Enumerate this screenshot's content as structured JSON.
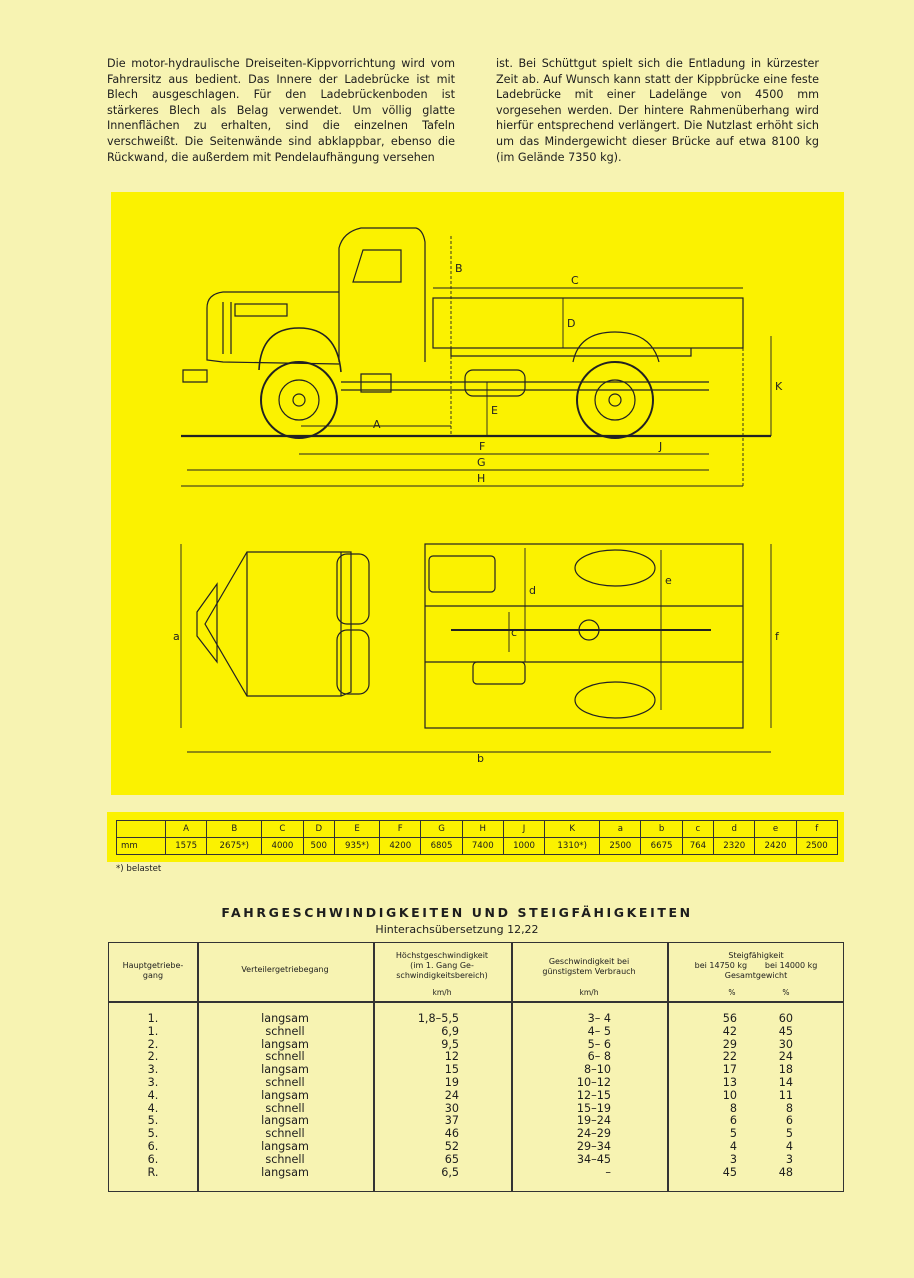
{
  "intro": {
    "left": "Die motor-hydraulische Dreiseiten-Kippvorrichtung wird vom Fahrersitz aus bedient. Das Innere der Ladebrücke ist mit Blech ausgeschlagen. Für den Ladebrückenboden ist stärkeres Blech als Belag verwendet. Um völlig glatte Innenflächen zu erhalten, sind die einzelnen Tafeln verschweißt. Die Seitenwände sind abklappbar, ebenso die Rückwand, die außerdem mit Pendelaufhängung versehen",
    "right": "ist. Bei Schüttgut spielt sich die Entladung in kürzester Zeit ab. Auf Wunsch kann statt der Kippbrücke eine feste Ladebrücke mit einer Ladelänge von 4500 mm vorgesehen werden. Der hintere Rahmenüberhang wird hierfür entsprechend verlängert. Die Nutzlast erhöht sich um das Mindergewicht dieser Brücke auf etwa 8100 kg (im Gelände 7350 kg)."
  },
  "drawing": {
    "side_labels": [
      "A",
      "B",
      "C",
      "D",
      "E",
      "F",
      "G",
      "H",
      "J",
      "K"
    ],
    "top_labels": [
      "a",
      "b",
      "c",
      "d",
      "e",
      "f"
    ]
  },
  "dimensions": {
    "unit_label": "mm",
    "headers": [
      "A",
      "B",
      "C",
      "D",
      "E",
      "F",
      "G",
      "H",
      "J",
      "K",
      "a",
      "b",
      "c",
      "d",
      "e",
      "f"
    ],
    "values": [
      "1575",
      "2675*)",
      "4000",
      "500",
      "935*)",
      "4200",
      "6805",
      "7400",
      "1000",
      "1310*)",
      "2500",
      "6675",
      "764",
      "2320",
      "2420",
      "2500"
    ],
    "footnote": "*) belastet"
  },
  "speeds": {
    "title": "FAHRGESCHWINDIGKEITEN UND STEIGFÄHIGKEITEN",
    "subtitle": "Hinterachsübersetzung 12,22",
    "headers": {
      "main_gear": "Hauptgetriebe-\ngang",
      "transfer_gear": "Verteilergetriebegang",
      "max_speed": "Höchstgeschwindigkeit\n(im 1. Gang Ge-\nschwindigkeitsbereich)",
      "max_speed_unit": "km/h",
      "eco_speed": "Geschwindigkeit bei\ngünstigstem Verbrauch",
      "eco_speed_unit": "km/h",
      "climb": "Steigfähigkeit",
      "climb_weights": "bei 14750 kg       bei 14000 kg",
      "climb_total": "Gesamtgewicht",
      "climb_unit_1": "%",
      "climb_unit_2": "%"
    },
    "rows": [
      {
        "gear": "1.",
        "transfer": "langsam",
        "max": "1,8–5,5",
        "eco": "3– 4",
        "c1": "56",
        "c2": "60"
      },
      {
        "gear": "1.",
        "transfer": "schnell",
        "max": "6,9",
        "eco": "4– 5",
        "c1": "42",
        "c2": "45"
      },
      {
        "gear": "2.",
        "transfer": "langsam",
        "max": "9,5",
        "eco": "5– 6",
        "c1": "29",
        "c2": "30"
      },
      {
        "gear": "2.",
        "transfer": "schnell",
        "max": "12",
        "eco": "6– 8",
        "c1": "22",
        "c2": "24"
      },
      {
        "gear": "3.",
        "transfer": "langsam",
        "max": "15",
        "eco": "8–10",
        "c1": "17",
        "c2": "18"
      },
      {
        "gear": "3.",
        "transfer": "schnell",
        "max": "19",
        "eco": "10–12",
        "c1": "13",
        "c2": "14"
      },
      {
        "gear": "4.",
        "transfer": "langsam",
        "max": "24",
        "eco": "12–15",
        "c1": "10",
        "c2": "11"
      },
      {
        "gear": "4.",
        "transfer": "schnell",
        "max": "30",
        "eco": "15–19",
        "c1": "8",
        "c2": "8"
      },
      {
        "gear": "5.",
        "transfer": "langsam",
        "max": "37",
        "eco": "19–24",
        "c1": "6",
        "c2": "6"
      },
      {
        "gear": "5.",
        "transfer": "schnell",
        "max": "46",
        "eco": "24–29",
        "c1": "5",
        "c2": "5"
      },
      {
        "gear": "6.",
        "transfer": "langsam",
        "max": "52",
        "eco": "29–34",
        "c1": "4",
        "c2": "4"
      },
      {
        "gear": "6.",
        "transfer": "schnell",
        "max": "65",
        "eco": "34–45",
        "c1": "3",
        "c2": "3"
      },
      {
        "gear": "R.",
        "transfer": "langsam",
        "max": "6,5",
        "eco": "–",
        "c1": "45",
        "c2": "48"
      }
    ]
  }
}
